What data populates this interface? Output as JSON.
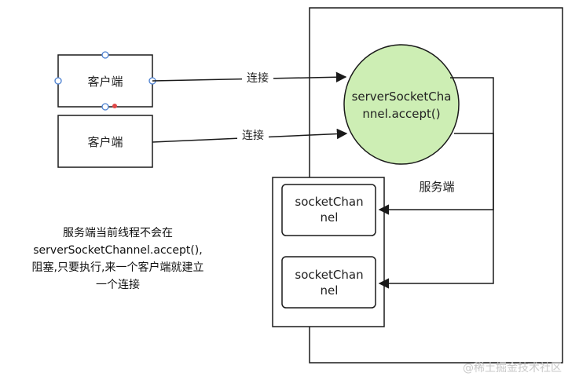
{
  "clients": [
    {
      "label": "客户端"
    },
    {
      "label": "客户端"
    }
  ],
  "connections": [
    {
      "label": "连接"
    },
    {
      "label": "连接"
    }
  ],
  "server": {
    "accept_line1": "serverSocketCha",
    "accept_line2": "nnel.accept()",
    "label": "服务端"
  },
  "channels": [
    {
      "line1": "socketChan",
      "line2": "nel"
    },
    {
      "line1": "socketChan",
      "line2": "nel"
    }
  ],
  "note": {
    "lines": [
      "服务端当前线程不会在",
      "serverSocketChannel.accept(),",
      "阻塞,只要执行,来一个客户端就建立",
      "一个连接"
    ]
  },
  "watermark": "@稀土掘金技术社区",
  "colors": {
    "circle_fill": "#cdeeb4",
    "stroke": "#1a1a1a",
    "handle": "#4a7fd0",
    "dot": "#e04848"
  }
}
